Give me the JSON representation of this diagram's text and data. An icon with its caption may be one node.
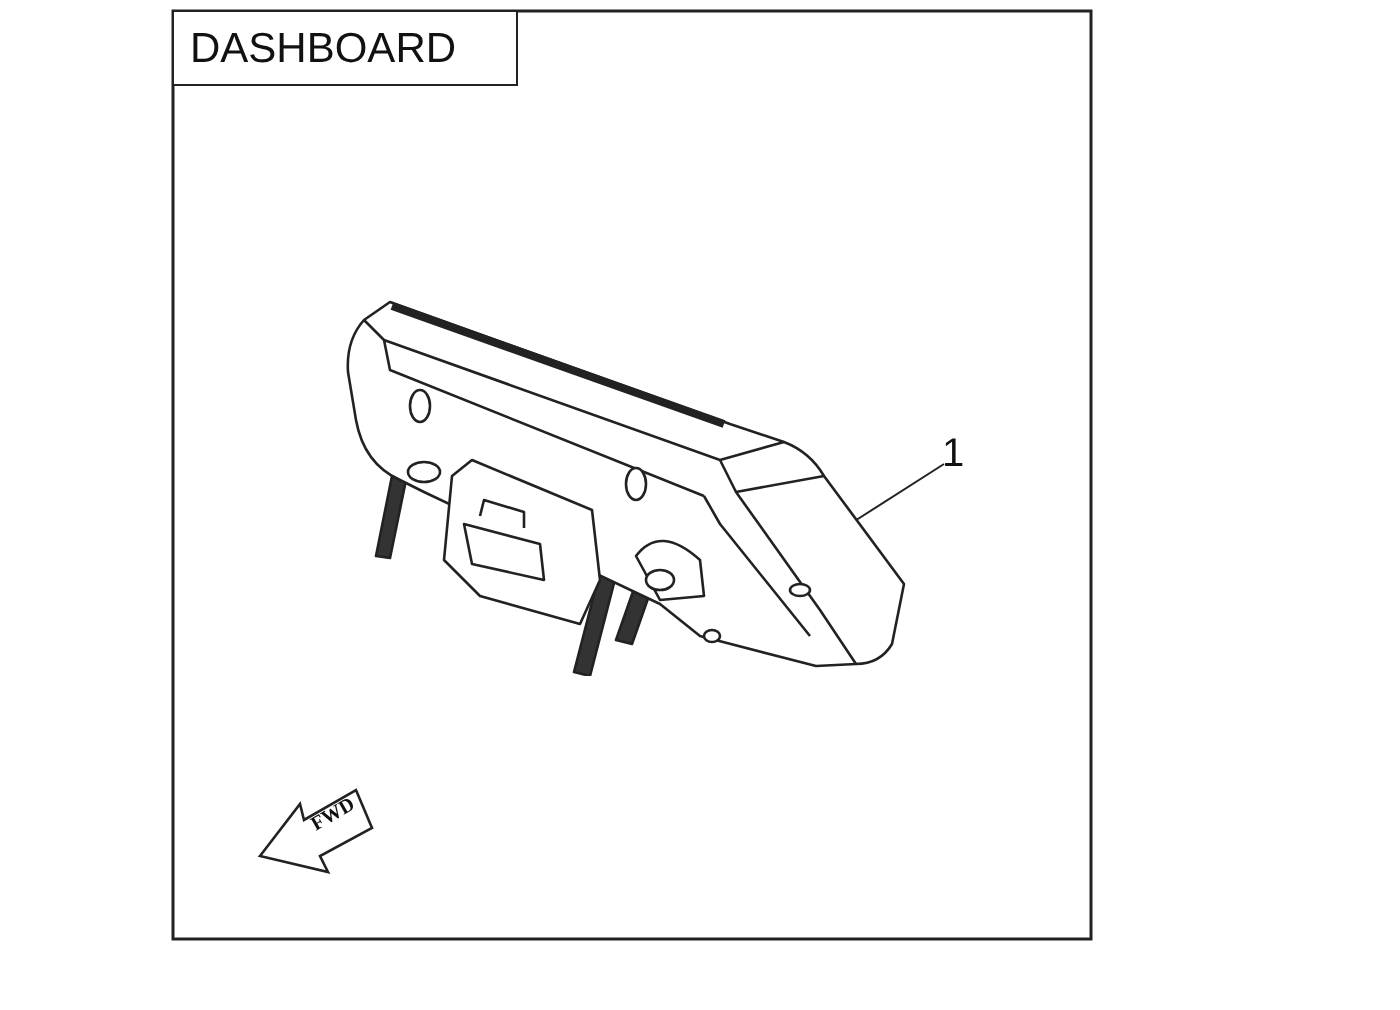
{
  "diagram": {
    "title": "DASHBOARD",
    "nodes": [
      {
        "text": [
          "1"
        ]
      },
      {
        "text": [],
        "shape": "picture"
      }
    ],
    "edges": [
      {
        "from": 0,
        "to": 1,
        "arrow": "none"
      }
    ],
    "labels": [
      "FWD"
    ]
  }
}
